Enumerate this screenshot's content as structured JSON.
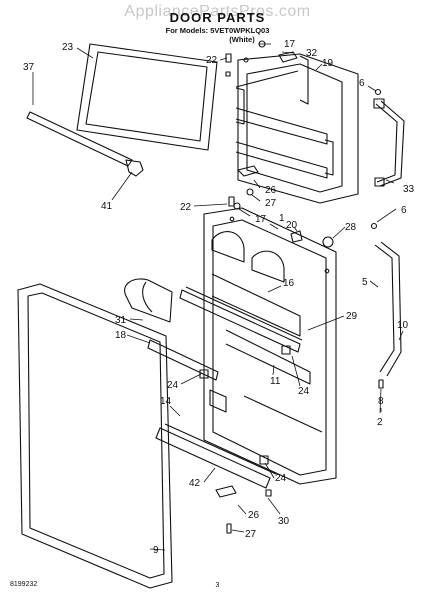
{
  "watermark": "AppliancePartsPros.com",
  "title": "DOOR PARTS",
  "models_line": "For Models: 5VET0WPKLQ03",
  "color_line": "(White)",
  "callouts": [
    "23",
    "22",
    "17",
    "32",
    "19",
    "37",
    "6",
    "41",
    "26",
    "27",
    "33",
    "22",
    "17",
    "1",
    "20",
    "28",
    "6",
    "16",
    "5",
    "31",
    "18",
    "29",
    "10",
    "24",
    "11",
    "24",
    "8",
    "14",
    "2",
    "42",
    "24",
    "26",
    "30",
    "27",
    "9"
  ],
  "footer": {
    "code": "8199232",
    "page": "3"
  }
}
